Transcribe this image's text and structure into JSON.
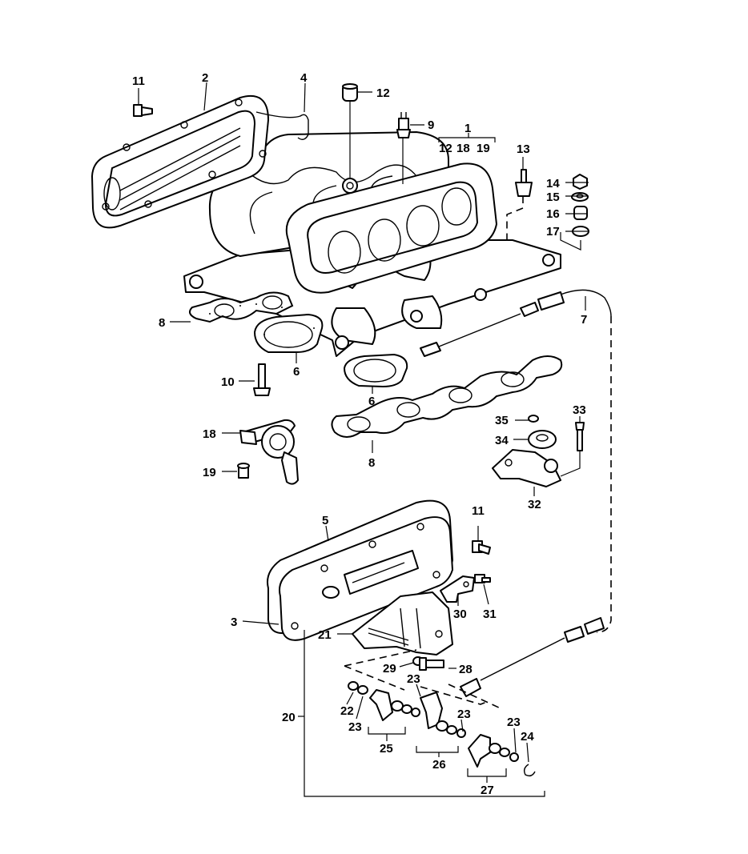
{
  "callouts": [
    {
      "id": "c1",
      "text": "1"
    },
    {
      "id": "c2",
      "text": "2"
    },
    {
      "id": "c3",
      "text": "3"
    },
    {
      "id": "c4",
      "text": "4"
    },
    {
      "id": "c5",
      "text": "5"
    },
    {
      "id": "c6a",
      "text": "6"
    },
    {
      "id": "c6b",
      "text": "6"
    },
    {
      "id": "c7",
      "text": "7"
    },
    {
      "id": "c8a",
      "text": "8"
    },
    {
      "id": "c8b",
      "text": "8"
    },
    {
      "id": "c9",
      "text": "9"
    },
    {
      "id": "c10",
      "text": "10"
    },
    {
      "id": "c11a",
      "text": "11"
    },
    {
      "id": "c11b",
      "text": "11"
    },
    {
      "id": "c12",
      "text": "12"
    },
    {
      "id": "c13",
      "text": "13"
    },
    {
      "id": "c14",
      "text": "14"
    },
    {
      "id": "c15",
      "text": "15"
    },
    {
      "id": "c16",
      "text": "16"
    },
    {
      "id": "c17",
      "text": "17"
    },
    {
      "id": "c18",
      "text": "18"
    },
    {
      "id": "c19",
      "text": "19"
    },
    {
      "id": "c20",
      "text": "20"
    },
    {
      "id": "c21",
      "text": "21"
    },
    {
      "id": "c22",
      "text": "22"
    },
    {
      "id": "c23a",
      "text": "23"
    },
    {
      "id": "c23b",
      "text": "23"
    },
    {
      "id": "c23c",
      "text": "23"
    },
    {
      "id": "c23d",
      "text": "23"
    },
    {
      "id": "c24",
      "text": "24"
    },
    {
      "id": "c25",
      "text": "25"
    },
    {
      "id": "c26",
      "text": "26"
    },
    {
      "id": "c27",
      "text": "27"
    },
    {
      "id": "c28",
      "text": "28"
    },
    {
      "id": "c29",
      "text": "29"
    },
    {
      "id": "c30",
      "text": "30"
    },
    {
      "id": "c31",
      "text": "31"
    },
    {
      "id": "c32",
      "text": "32"
    },
    {
      "id": "c33",
      "text": "33"
    },
    {
      "id": "c34",
      "text": "34"
    },
    {
      "id": "c35",
      "text": "35"
    }
  ],
  "assembly_1_subparts": [
    "12",
    "18",
    "19"
  ]
}
